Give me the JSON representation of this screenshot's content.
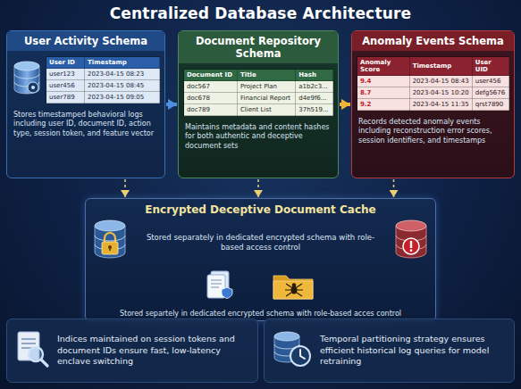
{
  "diagram": {
    "title": "Centralized Database Architecture",
    "nodes": [
      {
        "text": [
          "User Activity Schema",
          "Stores timestamped behavioral logs including user ID, document ID, action type, session token, and feature vector"
        ]
      },
      {
        "text": [
          "Document Repository Schema",
          "Maintains metadata and content hashes for both authentic and deceptive document sets"
        ]
      },
      {
        "text": [
          "Anomaly Events Schema",
          "Records detected anomaly events including reconstruction error scores, session identifiers, and timestamps"
        ]
      },
      {
        "text": [
          "Encrypted Deceptive Document Cache",
          "Stored separately in dedicated encrypted schema with role-based access control",
          "Stored separtely in dedicated encrypted schema with role-based acces control"
        ]
      },
      {
        "text": [
          "Indices maintained on session tokens and document IDs ensure fast, low-latency enclave switching"
        ]
      },
      {
        "text": [
          "Temporal partitioning strategy ensures efficient historical log queries for model retraining"
        ]
      }
    ],
    "edges": [
      {
        "from": 0,
        "to": 1,
        "arrow": "to"
      },
      {
        "from": 1,
        "to": 2,
        "arrow": "to"
      },
      {
        "from": 0,
        "to": 3,
        "arrow": "to"
      },
      {
        "from": 1,
        "to": 3,
        "arrow": "to"
      },
      {
        "from": 2,
        "to": 3,
        "arrow": "to"
      }
    ],
    "labels": [
      "User ID",
      "Timestamp",
      "user123",
      "2023-04-15 08:23",
      "user456",
      "2023-04-15 08:45",
      "user789",
      "2023-04-15 09:05",
      "Document ID",
      "Title",
      "Hash",
      "doc567",
      "Project Plan",
      "a1b2c3...",
      "doc678",
      "Financial Report",
      "d4e9f6...",
      "doc789",
      "Client List",
      "37h519...",
      "Anomaly Score",
      "Timestamp",
      "User UID",
      "9.4",
      "2023-04-15 08:43",
      "user456",
      "8.7",
      "2023-04-15 10:20",
      "defg5676",
      "9.2",
      "2023-04-15 11:35",
      "qrst7890"
    ]
  }
}
